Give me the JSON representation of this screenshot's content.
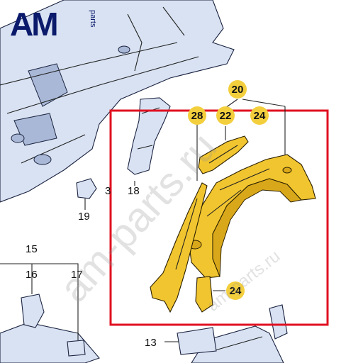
{
  "logo": {
    "text": "AM",
    "sub": "parts"
  },
  "watermark": {
    "large": "am-parts.ru",
    "small": "am-parts.ru"
  },
  "callouts": {
    "c20": "20",
    "c28": "28",
    "c22": "22",
    "c24a": "24",
    "c24b": "24",
    "c18": "18",
    "c3": "3",
    "c19": "19",
    "c15": "15",
    "c16": "16",
    "c17": "17",
    "c13": "13"
  },
  "colors": {
    "highlight_frame": "#e01020",
    "badge": "#f3cf3d",
    "part_yellow": "#f1c52f",
    "part_blue": "#d8e2f2",
    "logo": "#0b1a6b"
  }
}
